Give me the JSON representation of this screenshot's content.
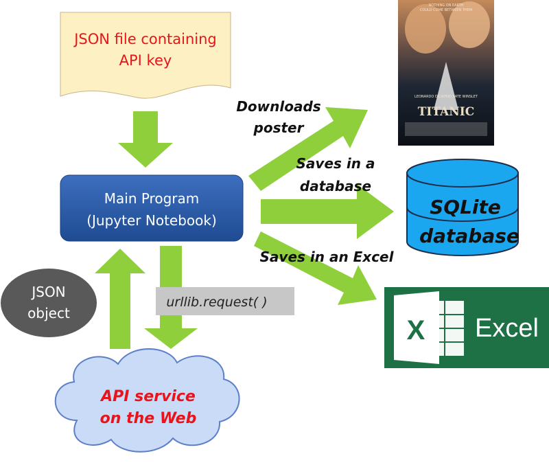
{
  "json_file": {
    "line1": "JSON file containing",
    "line2": "API key"
  },
  "main_program": {
    "line1": "Main Program",
    "line2": "(Jupyter Notebook)"
  },
  "json_object": {
    "line1": "JSON",
    "line2": "object"
  },
  "urllib_label": "urllib.request( )",
  "api_service": {
    "line1": "API service",
    "line2": "on the Web"
  },
  "edges": {
    "downloads": {
      "line1": "Downloads",
      "line2": "poster"
    },
    "saves_db": {
      "line1": "Saves in a",
      "line2": "database"
    },
    "saves_excel": "Saves in an Excel"
  },
  "sqlite": {
    "line1": "SQLite",
    "line2": "database"
  },
  "excel": {
    "letter": "X",
    "word": "Excel"
  },
  "poster": {
    "title": "TITANIC",
    "tagline1": "NOTHING ON EARTH",
    "tagline2": "COULD COME BETWEEN THEM",
    "names": "LEONARDO DiCAPRIO   KATE WINSLET"
  },
  "colors": {
    "arrow": "#8fcf3c",
    "main_box": "#2a5aa6",
    "cloud": "#c9dbf6",
    "db": "#1ba7f0",
    "excel": "#1e7145",
    "note": "#fdf0c2",
    "json_obj": "#595959",
    "urllib_bg": "#c7c7c7"
  }
}
